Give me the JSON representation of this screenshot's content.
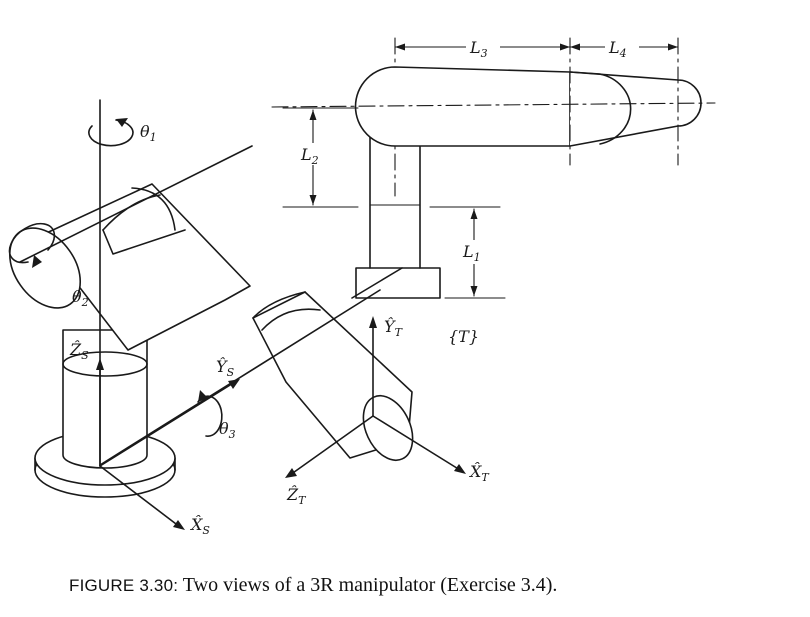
{
  "figure": {
    "caption_label": "FIGURE 3.30:",
    "caption_text": " Two views of a 3R manipulator (Exercise 3.4)."
  },
  "labels": {
    "l1": "L",
    "l1_sub": "1",
    "l2": "L",
    "l2_sub": "2",
    "l3": "L",
    "l3_sub": "3",
    "l4": "L",
    "l4_sub": "4",
    "theta1": "θ",
    "theta1_sub": "1",
    "theta2": "θ",
    "theta2_sub": "2",
    "theta3": "θ",
    "theta3_sub": "3",
    "zs": "Ẑ",
    "zs_sub": "S",
    "ys": "Ŷ",
    "ys_sub": "S",
    "xs": "X̂",
    "xs_sub": "S",
    "yt": "Ŷ",
    "yt_sub": "T",
    "zt": "Ẑ",
    "zt_sub": "T",
    "xt": "X̂",
    "xt_sub": "T",
    "frame_t": "{T}"
  }
}
